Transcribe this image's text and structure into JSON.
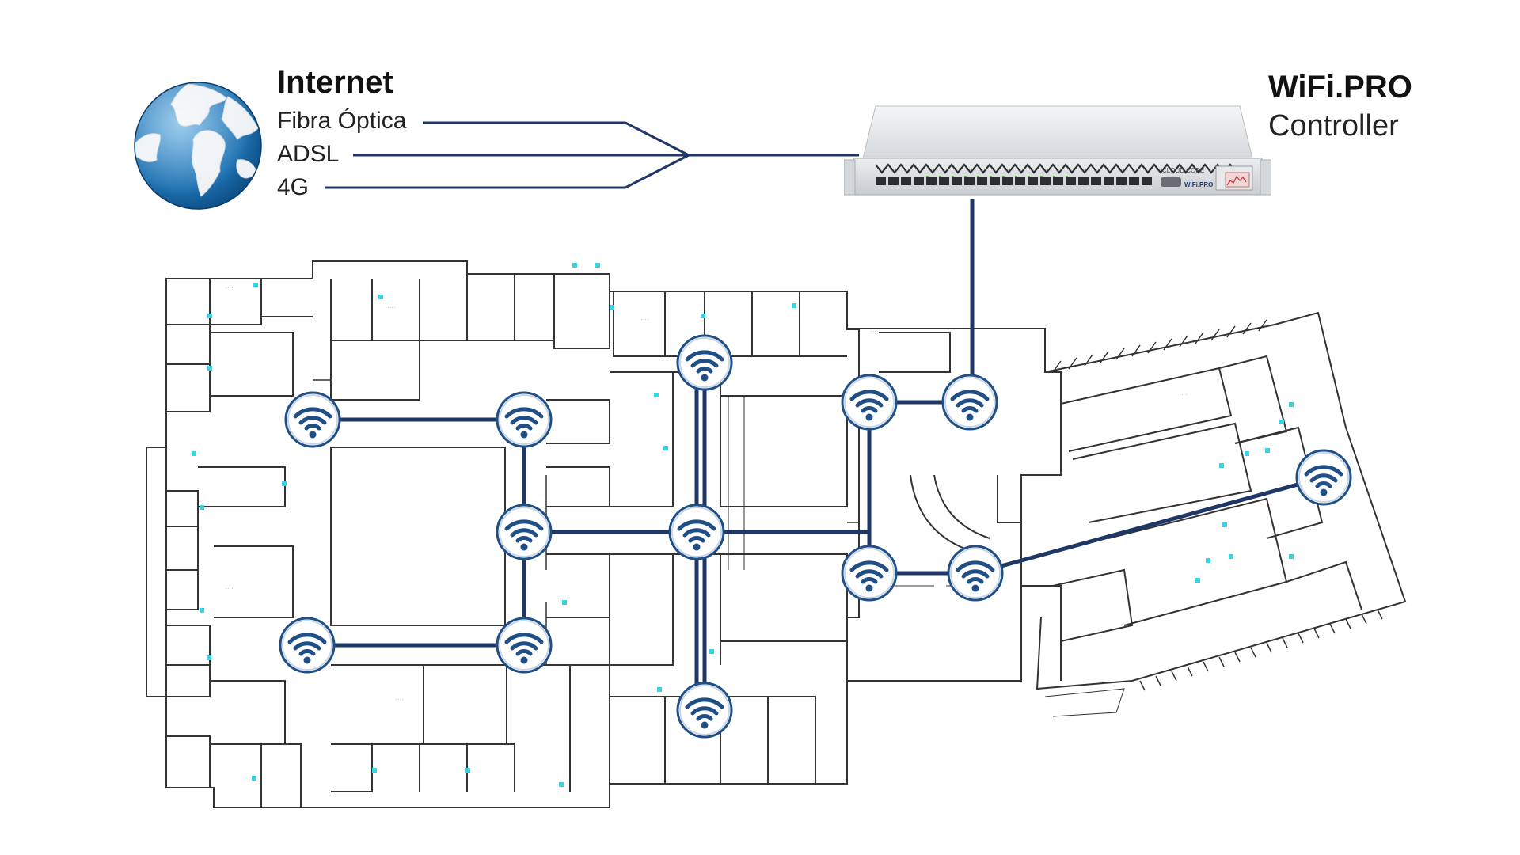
{
  "internet": {
    "title": "Internet",
    "connections": [
      "Fibra Óptica",
      "ADSL",
      "4G"
    ]
  },
  "controller": {
    "brand": "WiFi.PRO",
    "subtitle": "Controller",
    "device_label": "CLOUD CORE",
    "device_brand": "WiFi.PRO"
  },
  "colors": {
    "link": "#1e3766",
    "ocean": "#1b6fb0",
    "land": "#eef2f5",
    "ap_ring": "#1f4f86",
    "room_marker": "#3cd2e0"
  },
  "access_points": [
    {
      "id": "ap-1"
    },
    {
      "id": "ap-2"
    },
    {
      "id": "ap-3"
    },
    {
      "id": "ap-4"
    },
    {
      "id": "ap-5"
    },
    {
      "id": "ap-6"
    },
    {
      "id": "ap-7"
    },
    {
      "id": "ap-8"
    },
    {
      "id": "ap-9"
    },
    {
      "id": "ap-10"
    },
    {
      "id": "ap-11"
    },
    {
      "id": "ap-12"
    },
    {
      "id": "ap-13"
    },
    {
      "id": "ap-14"
    }
  ]
}
